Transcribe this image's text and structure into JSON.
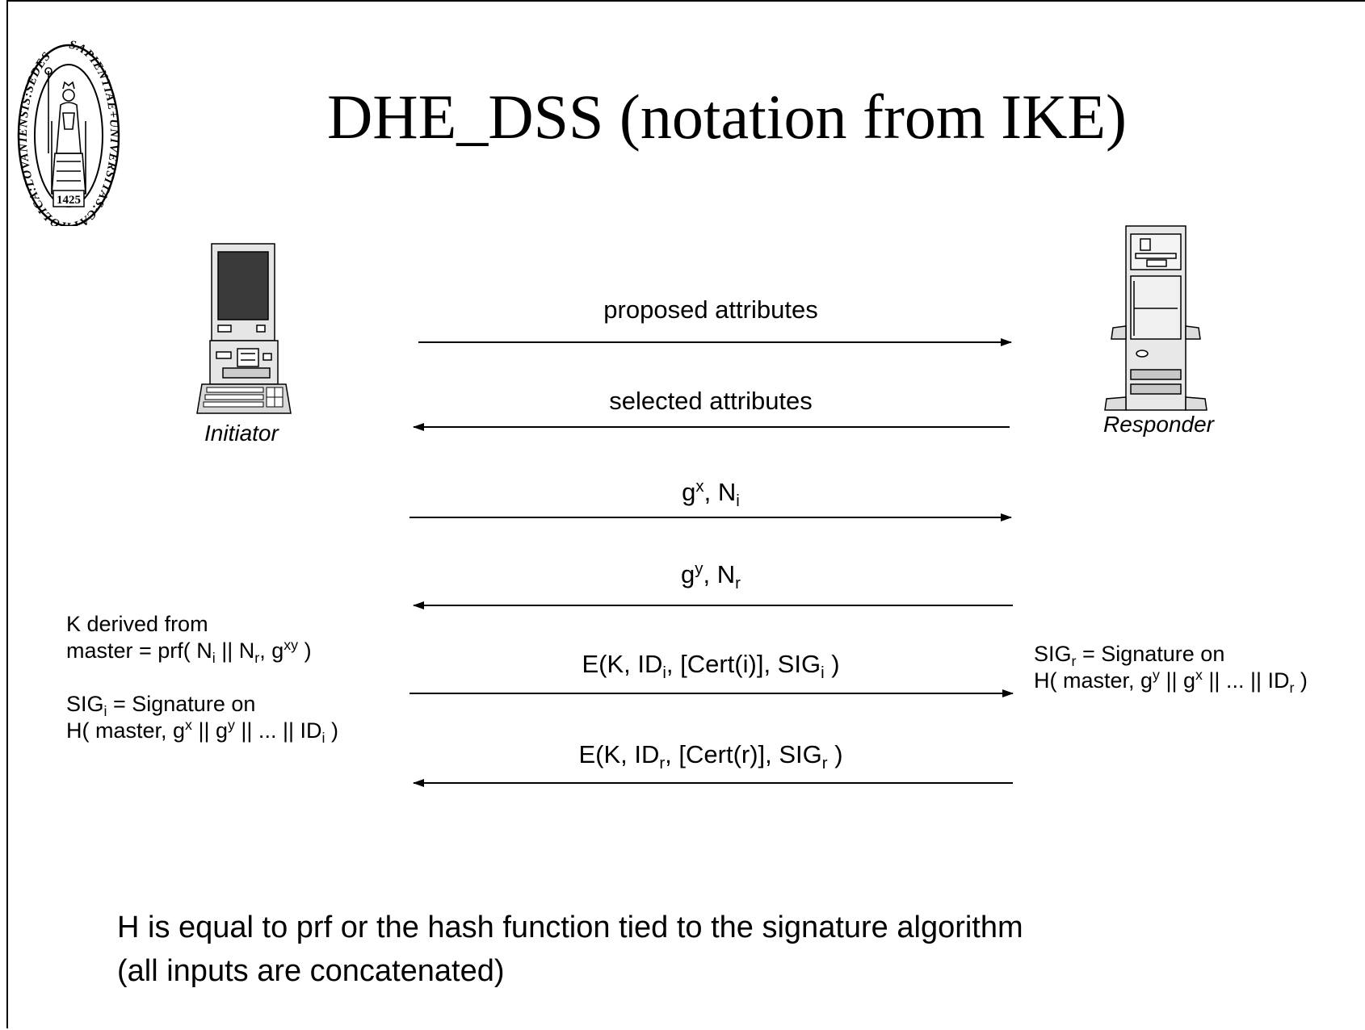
{
  "title": "DHE_DSS (notation from IKE)",
  "seal": {
    "ring_text": "SAPIENTIAE+UNIVERSITAS:CATHOLICA:LOVANIENSIS:SEDES",
    "year": "1425"
  },
  "initiator": {
    "label": "Initiator",
    "icon": "desktop-computer-icon"
  },
  "responder": {
    "label": "Responder",
    "icon": "tower-server-icon"
  },
  "messages": [
    {
      "direction": "right",
      "parts": [
        {
          "t": "proposed attributes"
        }
      ]
    },
    {
      "direction": "left",
      "parts": [
        {
          "t": "selected attributes"
        }
      ]
    },
    {
      "direction": "right",
      "parts": [
        {
          "t": "g"
        },
        {
          "sup": "x"
        },
        {
          "t": ", N"
        },
        {
          "sub": "i"
        }
      ]
    },
    {
      "direction": "left",
      "parts": [
        {
          "t": "g"
        },
        {
          "sup": "y"
        },
        {
          "t": ", N"
        },
        {
          "sub": "r"
        }
      ]
    },
    {
      "direction": "right",
      "parts": [
        {
          "t": "E(K, ID"
        },
        {
          "sub": "i"
        },
        {
          "t": ", [Cert(i)], SIG"
        },
        {
          "sub": "i"
        },
        {
          "t": " )"
        }
      ]
    },
    {
      "direction": "left",
      "parts": [
        {
          "t": "E(K, ID"
        },
        {
          "sub": "r"
        },
        {
          "t": ", [Cert(r)], SIG"
        },
        {
          "sub": "r"
        },
        {
          "t": " )"
        }
      ]
    }
  ],
  "initiator_notes": {
    "block1": [
      [
        {
          "t": "K derived from"
        }
      ],
      [
        {
          "t": "master = prf( N"
        },
        {
          "sub": "i"
        },
        {
          "t": " || N"
        },
        {
          "sub": "r"
        },
        {
          "t": ", g"
        },
        {
          "sup": "xy"
        },
        {
          "t": " )"
        }
      ]
    ],
    "block2": [
      [
        {
          "t": "SIG"
        },
        {
          "sub": "i"
        },
        {
          "t": " = Signature on"
        }
      ],
      [
        {
          "t": "H( master, g"
        },
        {
          "sup": "x"
        },
        {
          "t": " || g"
        },
        {
          "sup": "y"
        },
        {
          "t": " || ... || ID"
        },
        {
          "sub": "i"
        },
        {
          "t": " )"
        }
      ]
    ]
  },
  "responder_notes": [
    [
      {
        "t": "SIG"
      },
      {
        "sub": "r"
      },
      {
        "t": " = Signature on"
      }
    ],
    [
      {
        "t": "H( master, g"
      },
      {
        "sup": "y"
      },
      {
        "t": " || g"
      },
      {
        "sup": "x"
      },
      {
        "t": " || ... || ID"
      },
      {
        "sub": "r"
      },
      {
        "t": " )"
      }
    ]
  ],
  "footer": [
    "H is equal to prf or the hash function tied to the signature algorithm",
    "(all inputs are concatenated)"
  ]
}
